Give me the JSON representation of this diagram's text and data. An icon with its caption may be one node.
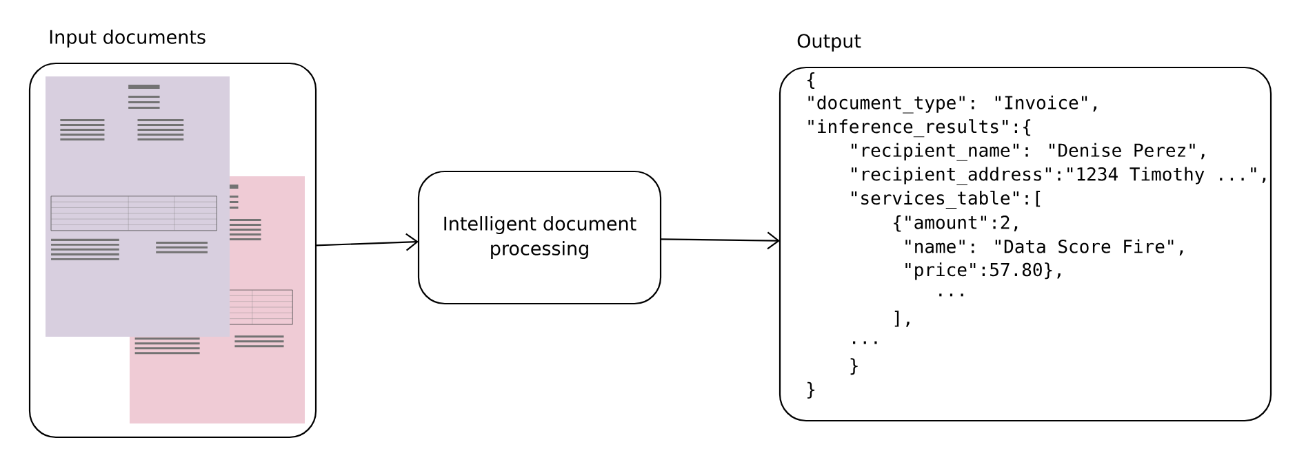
{
  "diagram": {
    "nodes": [
      {
        "text": [
          "Input documents"
        ]
      },
      {
        "text": [],
        "shape": "picture",
        "in": 0
      },
      {
        "text": [],
        "shape": "picture",
        "in": 0
      },
      {
        "text": [
          "Intelligent document processing"
        ]
      },
      {
        "text": [
          "Output",
          "{",
          "\"document_type\": \"Invoice\",",
          "\"inference_results\":{",
          "\"recipient_name\": \"Denise Perez\",",
          "\"recipient_address\":\"1234 Timothy ...\",",
          "\"services_table\":[",
          "{\"amount\":2,",
          "\"name\": \"Data Score Fire\",",
          "\"price\":57.80},",
          "...",
          "],",
          "...",
          "}",
          "}"
        ]
      }
    ],
    "edges": [
      {
        "from": 0,
        "to": 3,
        "arrow": "to"
      },
      {
        "from": 3,
        "to": 4,
        "arrow": "to"
      }
    ]
  }
}
